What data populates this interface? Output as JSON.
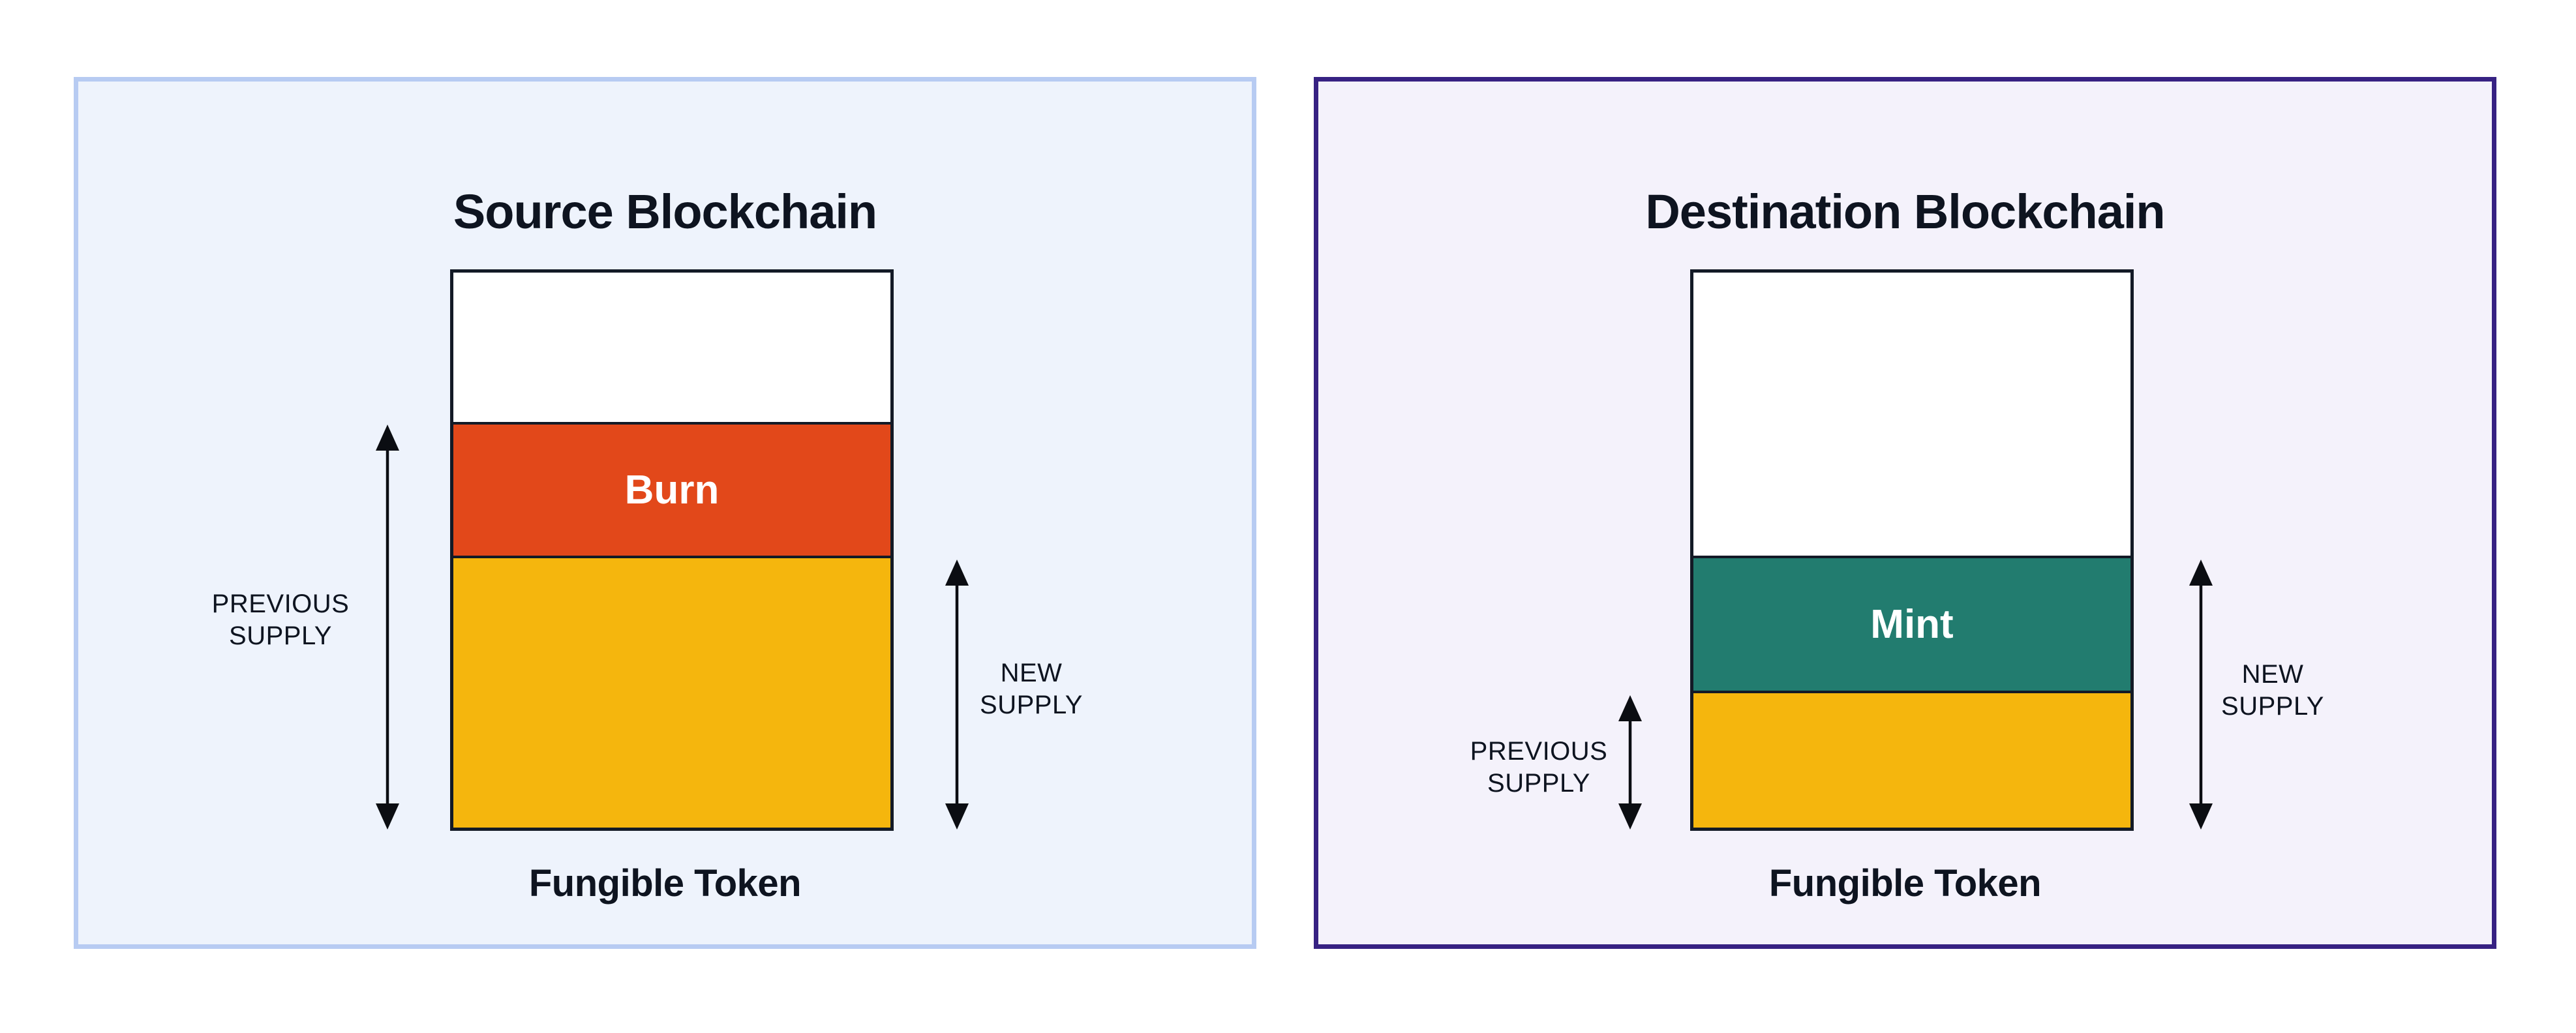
{
  "colors": {
    "page_bg": "#FFFFFF",
    "source_panel_bg": "#EEF3FC",
    "source_panel_border": "#B7CBF2",
    "destination_panel_bg": "#F4F2FB",
    "destination_panel_border": "#372283",
    "burn_orange": "#E2481A",
    "mint_teal": "#227C6F",
    "supply_yellow": "#F5B60D",
    "bar_outline": "#131A26",
    "text_dark": "#0E1420",
    "arrow_black": "#0B0D12"
  },
  "panels": {
    "source": {
      "title": "Source Blockchain",
      "token_label": "Fungible Token",
      "previous_supply_label": "PREVIOUS\nSUPPLY",
      "new_supply_label": "NEW\nSUPPLY",
      "segments": [
        {
          "name": "empty-headroom",
          "label": "",
          "color": "#FFFFFF",
          "height_pct": 27.4
        },
        {
          "name": "burn",
          "label": "Burn",
          "color": "#E2481A",
          "height_pct": 24.1
        },
        {
          "name": "new-supply",
          "label": "",
          "color": "#F5B60D",
          "height_pct": 48.5
        }
      ]
    },
    "destination": {
      "title": "Destination Blockchain",
      "token_label": "Fungible Token",
      "previous_supply_label": "PREVIOUS\nSUPPLY",
      "new_supply_label": "NEW\nSUPPLY",
      "segments": [
        {
          "name": "empty-headroom",
          "label": "",
          "color": "#FFFFFF",
          "height_pct": 51.5
        },
        {
          "name": "mint",
          "label": "Mint",
          "color": "#227C6F",
          "height_pct": 24.25
        },
        {
          "name": "previous-supply",
          "label": "",
          "color": "#F5B60D",
          "height_pct": 24.25
        }
      ]
    }
  }
}
